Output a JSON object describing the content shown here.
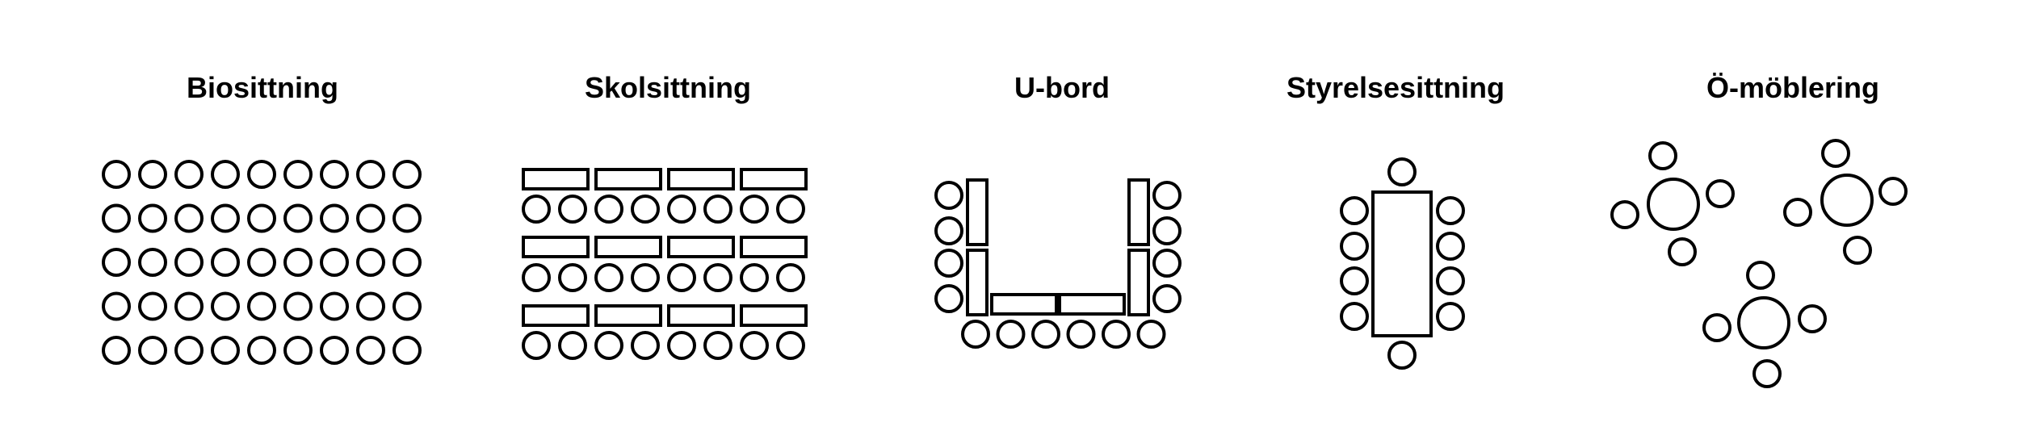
{
  "layouts": [
    {
      "id": "biosittning",
      "title": "Biosittning"
    },
    {
      "id": "skolsittning",
      "title": "Skolsittning"
    },
    {
      "id": "u-bord",
      "title": "U-bord"
    },
    {
      "id": "styrelsesittning",
      "title": "Styrelsesittning"
    },
    {
      "id": "o-moblering",
      "title": "Ö-möblering"
    }
  ],
  "colors": {
    "stroke": "#000000",
    "background": "#ffffff"
  }
}
